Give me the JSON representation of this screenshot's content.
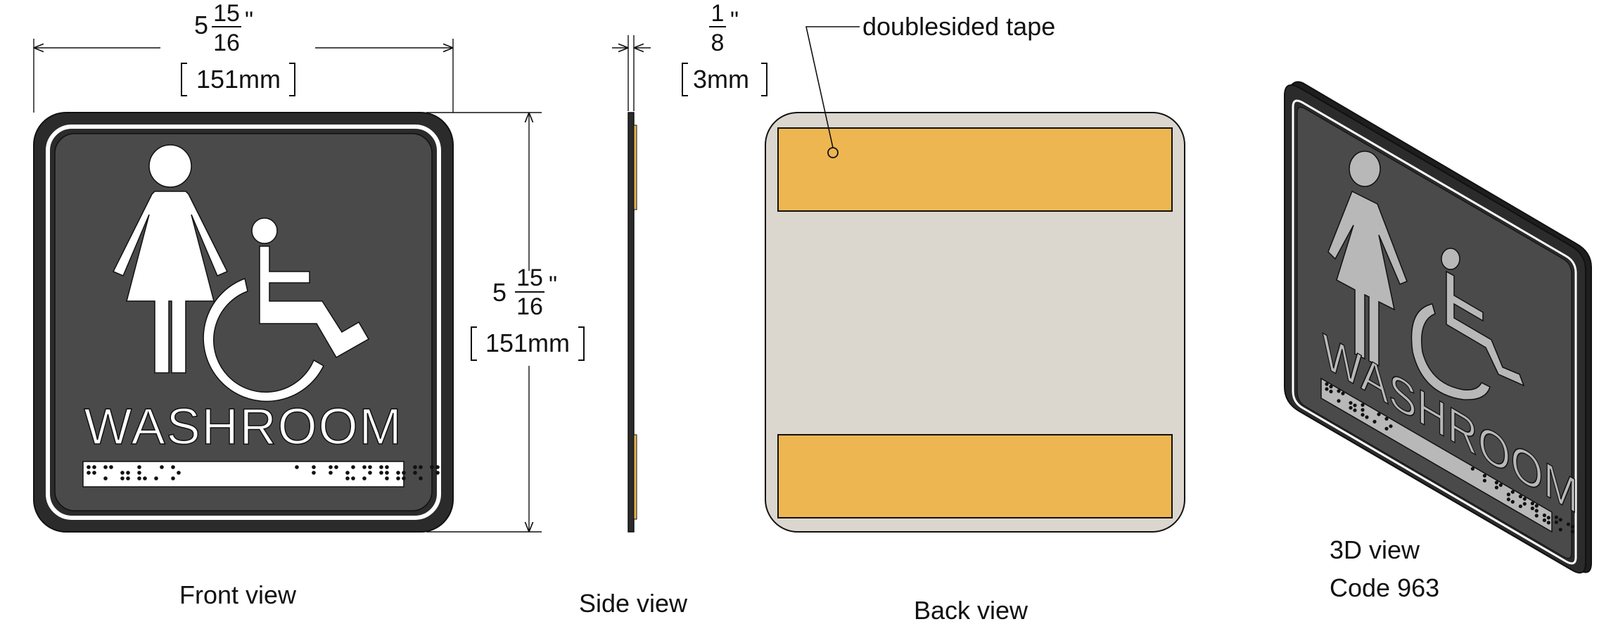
{
  "front": {
    "width_whole": "5",
    "width_num": "15",
    "width_den": "16",
    "width_unit": "\"",
    "width_mm": "151mm",
    "height_whole": "5",
    "height_num": "15",
    "height_den": "16",
    "height_unit": "\"",
    "height_mm": "151mm",
    "sign_text": "WASHROOM",
    "caption": "Front view"
  },
  "side": {
    "thick_num": "1",
    "thick_den": "8",
    "thick_unit": "\"",
    "thick_mm": "3mm",
    "caption": "Side view"
  },
  "back": {
    "tape_label": "doublesided tape",
    "caption": "Back view"
  },
  "iso": {
    "sign_text": "WASHROOM",
    "caption_line1": "3D view",
    "caption_line2": "Code 963"
  },
  "colors": {
    "sign_face": "#4a4a4a",
    "sign_edge": "#2b2b2b",
    "backing": "#dbd6ce",
    "tape": "#edb651",
    "iso_raised": "#b8b8b8"
  }
}
